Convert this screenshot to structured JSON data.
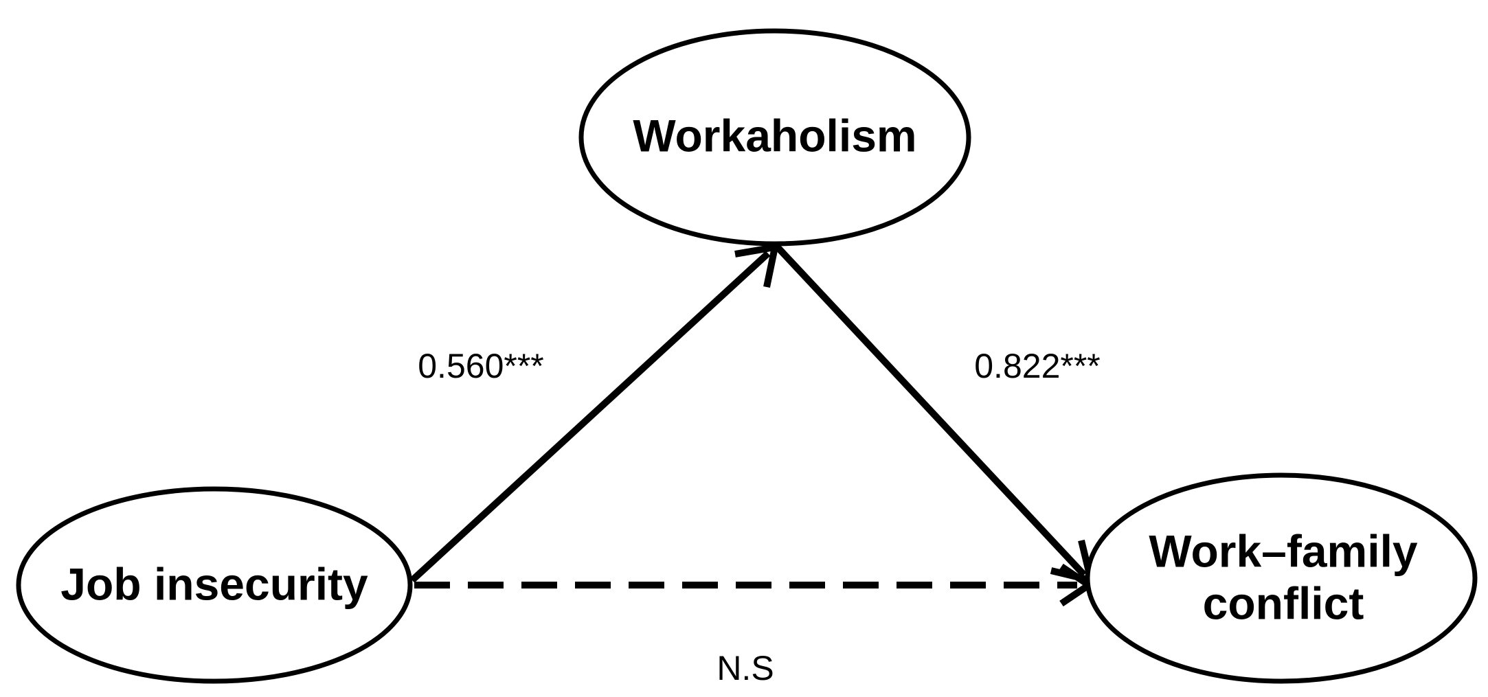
{
  "nodes": {
    "workaholism": {
      "label": "Workaholism"
    },
    "job_insecurity": {
      "label": "Job insecurity"
    },
    "work_family_conflict": {
      "label_line1": "Work–family",
      "label_line2": "conflict"
    }
  },
  "edges": {
    "job_insecurity_to_workaholism": {
      "coefficient": "0.560***",
      "style": "solid"
    },
    "workaholism_to_work_family_conflict": {
      "coefficient": "0.822***",
      "style": "solid"
    },
    "job_insecurity_to_work_family_conflict": {
      "coefficient": "N.S",
      "style": "dashed"
    }
  }
}
